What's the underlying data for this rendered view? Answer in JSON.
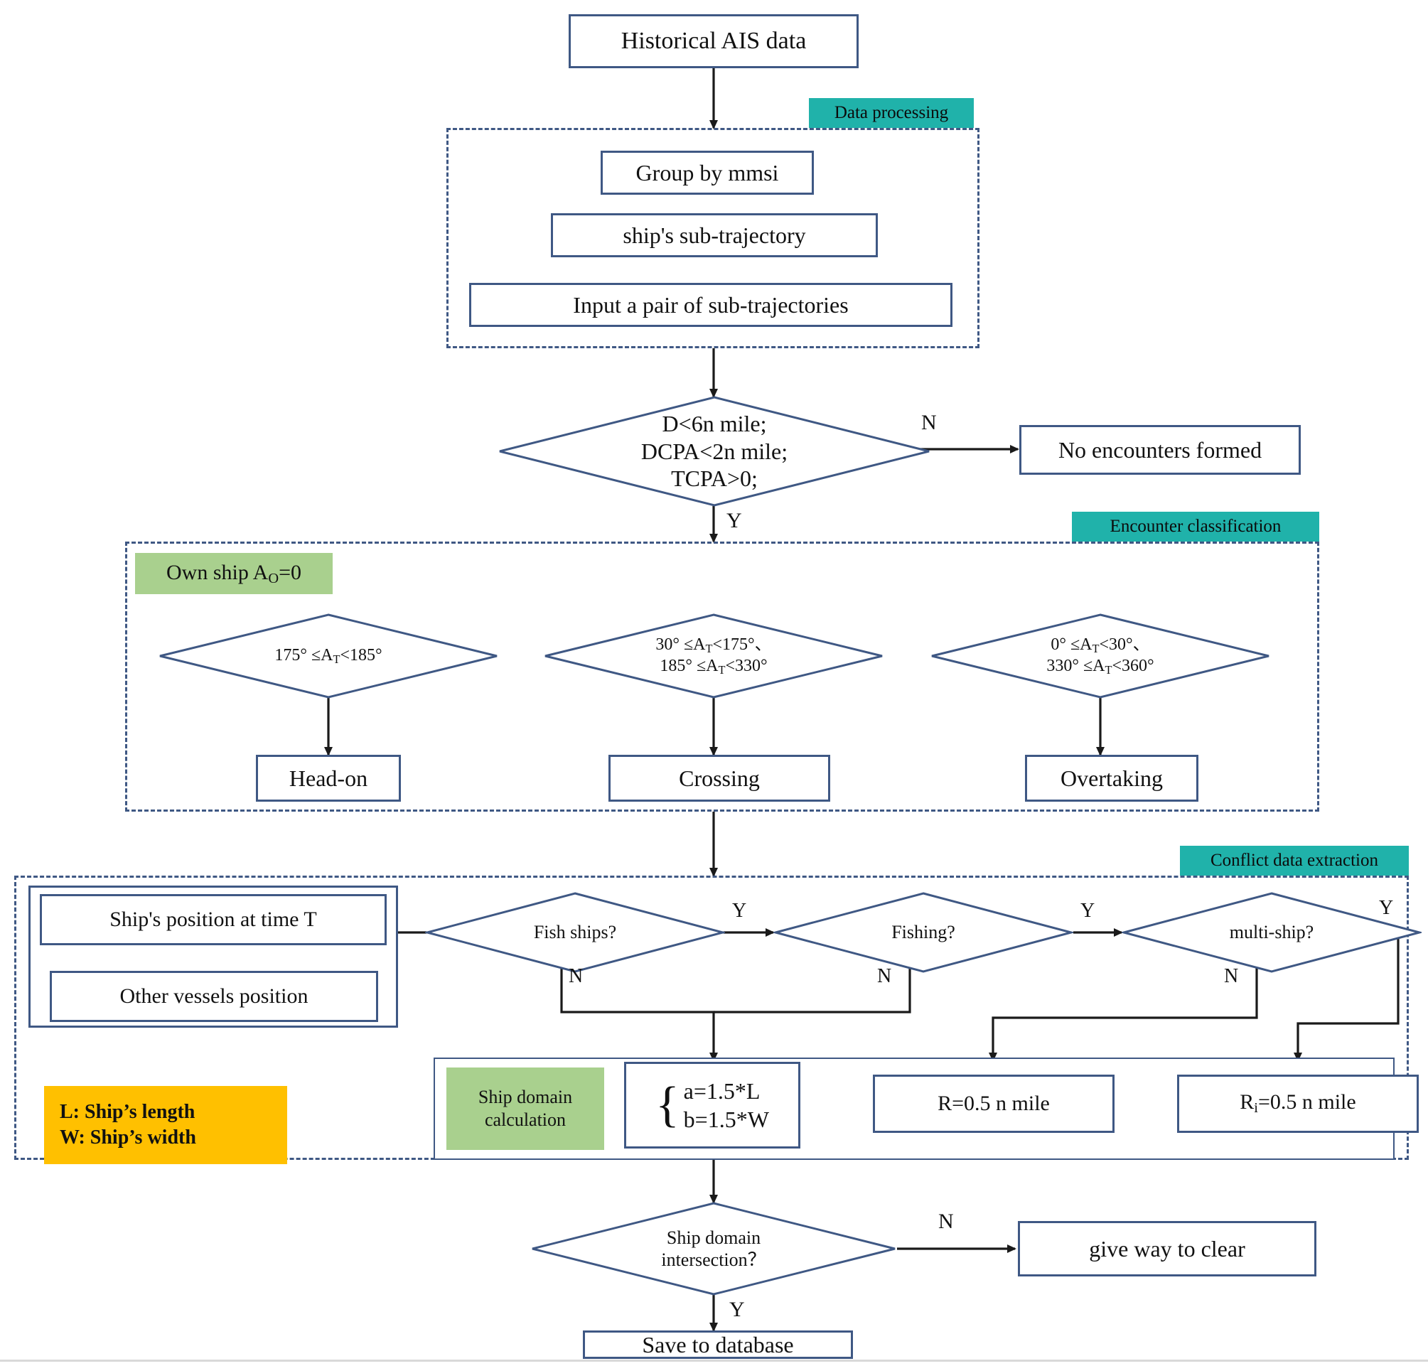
{
  "diagram": {
    "title": "Ship encounter conflict data extraction flowchart",
    "colors": {
      "box_border": "#3f5884",
      "section_border": "#3f5884",
      "tag_bg": "#20b2aa",
      "note_green": "#a9d08e",
      "note_orange": "#ffc000",
      "connector": "#222222"
    }
  },
  "nodes": {
    "historical_ais": "Historical AIS data",
    "group_by_mmsi": "Group by mmsi",
    "sub_trajectory": "ship's sub-trajectory",
    "input_pair": "Input a pair of sub-trajectories",
    "no_encounters": "No encounters formed",
    "head_on": "Head-on",
    "crossing": "Crossing",
    "overtaking": "Overtaking",
    "ship_position_T": "Ship's position at time T",
    "other_vessels": "Other vessels position",
    "r_box": "R=0.5 n mile",
    "ri_box_prefix": "R",
    "ri_box_sub": "i",
    "ri_box_suffix": "=0.5 n mile",
    "give_way": "give way to clear",
    "save_db": "Save to database"
  },
  "decisions": {
    "encounter_check": {
      "line1": "D<6n mile;",
      "line2": "DCPA<2n mile;",
      "line3": "TCPA>0;"
    },
    "head_on_cond": {
      "pre": "175° ≤A",
      "sub": "T",
      "post": "<185°"
    },
    "crossing_cond": {
      "l1_pre": "30° ≤A",
      "l1_sub": "T",
      "l1_post": "<175°、",
      "l2_pre": "185° ≤A",
      "l2_sub": "T",
      "l2_post": "<330°"
    },
    "overtaking_cond": {
      "l1_pre": "0° ≤A",
      "l1_sub": "T",
      "l1_post": "<30°、",
      "l2_pre": "330° ≤A",
      "l2_sub": "T",
      "l2_post": "<360°"
    },
    "fish_ships": "Fish ships?",
    "fishing": "Fishing?",
    "multi_ship": "multi-ship?",
    "ship_domain_intersection": {
      "line1": "Ship domain",
      "line2": "intersection？"
    }
  },
  "sections": [
    {
      "id": "data-processing",
      "label": "Data processing"
    },
    {
      "id": "encounter-classification",
      "label": "Encounter classification"
    },
    {
      "id": "conflict-data-extraction",
      "label": "Conflict data extraction"
    }
  ],
  "notes": {
    "own_ship": {
      "pre": "Own ship A",
      "sub": "O",
      "post": "=0"
    },
    "ship_domain_calc": {
      "line1": "Ship domain",
      "line2": "calculation"
    },
    "legend": {
      "line1": "L: Ship’s length",
      "line2": "W: Ship’s width"
    },
    "domain_eq": {
      "line1": "a=1.5*L",
      "line2": "b=1.5*W",
      "brace": "{"
    }
  },
  "connector_labels": {
    "n_encounter": "N",
    "y_encounter": "Y",
    "y_fish": "Y",
    "n_fish": "N",
    "y_fishing": "Y",
    "n_fishing": "N",
    "y_multi": "Y",
    "n_multi": "N",
    "n_intersection": "N",
    "y_intersection": "Y"
  }
}
